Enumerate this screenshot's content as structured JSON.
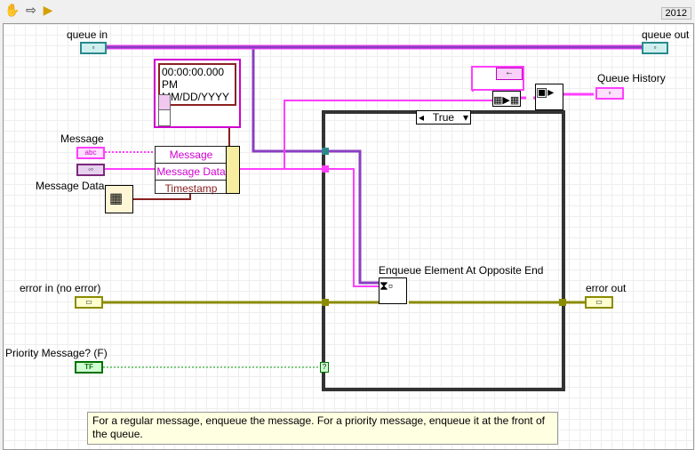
{
  "toolbar": {
    "icons": [
      "hand-icon",
      "arrow-icon",
      "run-icon"
    ],
    "version": "2012"
  },
  "labels": {
    "queue_in": "queue in",
    "queue_out": "queue out",
    "message": "Message",
    "message_data": "Message Data",
    "error_in": "error in (no error)",
    "error_out": "error out",
    "priority": "Priority Message? (F)",
    "queue_history": "Queue History",
    "enqueue_label": "Enqueue Element At Opposite End"
  },
  "timestamp_const": {
    "time": "00:00:00.000 PM",
    "date": "MM/DD/YYYY"
  },
  "bundle": {
    "rows": [
      "Message",
      "Message Data",
      "Timestamp"
    ]
  },
  "case_structure": {
    "selector": "True"
  },
  "terminals": {
    "message_type": "abc",
    "bool_type": "TF"
  },
  "colors": {
    "queue_wire": "#8a3fc0",
    "string_wire": "#ff3fff",
    "error_wire": "#8b8b00",
    "timestamp_wire": "#8b2020",
    "bool_wire": "#00a000"
  },
  "comment": "For a regular message, enqueue the message.  For a priority message, enqueue it at the front of the queue."
}
